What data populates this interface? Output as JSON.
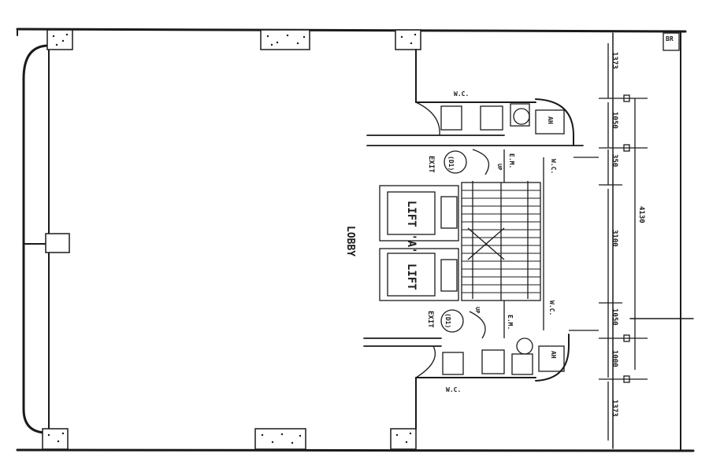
{
  "plan": {
    "labels": {
      "lobby": "LOBBY",
      "lift_a": "LIFT 'A'",
      "lift_b": "LIFT",
      "exit_upper": "EXIT",
      "exit_lower": "EXIT",
      "num_upper": "(D1)",
      "num_lower": "(D1)",
      "ah_upper": "AH",
      "ah_lower": "AH",
      "wc_top": "W.C.",
      "wc_bottom": "W.C.",
      "wc_right_upper": "W.C.",
      "wc_right_lower": "W.C.",
      "em_upper": "E.M.",
      "em_lower": "E.M.",
      "up_upper": "UP",
      "up_lower": "UP",
      "br": "BR",
      "dim_1": "1373",
      "dim_2": "1050",
      "dim_3": "350",
      "dim_4": "4130",
      "dim_5": "3100",
      "dim_6": "1050",
      "dim_7": "1000",
      "dim_8": "1373"
    }
  }
}
